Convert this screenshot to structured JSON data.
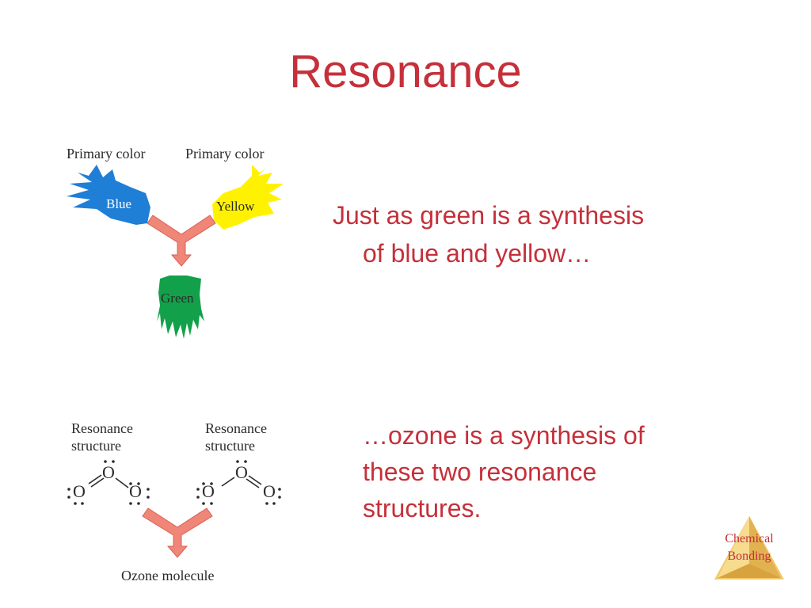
{
  "colors": {
    "title": "#c5303a",
    "body_text": "#c5303a",
    "arrow": "#ef8678",
    "arrow_stroke": "#d9604f",
    "blue": "#1f7ed6",
    "yellow": "#fff200",
    "green": "#12a14a",
    "badge_fill": "#f2c96a",
    "badge_text": "#c5303a"
  },
  "slide": {
    "title": "Resonance"
  },
  "color_diagram": {
    "left_caption": "Primary color",
    "right_caption": "Primary color",
    "blue_label": "Blue",
    "yellow_label": "Yellow",
    "green_label": "Green"
  },
  "text_top": {
    "line1": "Just as green is a synthesis",
    "line2": "of blue and yellow…"
  },
  "ozone_diagram": {
    "left_caption_line1": "Resonance",
    "left_caption_line2": "structure",
    "right_caption_line1": "Resonance",
    "right_caption_line2": "structure",
    "atom": "O",
    "result_label": "Ozone molecule"
  },
  "text_bottom": {
    "line1": "…ozone is a synthesis of",
    "line2": "these two resonance",
    "line3": "structures."
  },
  "badge": {
    "line1": "Chemical",
    "line2": "Bonding"
  }
}
